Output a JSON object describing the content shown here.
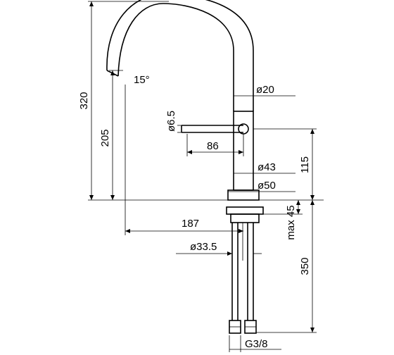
{
  "dimensions": {
    "total_height": "320",
    "spout_angle": "15°",
    "spout_diameter": "ø20",
    "lever_diameter": "ø6.5",
    "spout_height": "205",
    "lever_length": "86",
    "body_diameter": "ø43",
    "base_diameter": "ø50",
    "body_height": "115",
    "spout_reach": "187",
    "max_deck_thickness": "max 45",
    "shank_diameter": "ø33.5",
    "hose_length": "350",
    "connection_thread": "G3/8"
  }
}
